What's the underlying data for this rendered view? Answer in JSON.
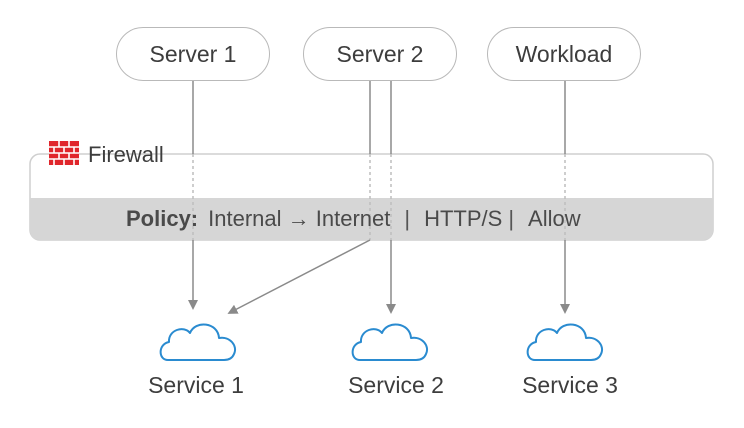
{
  "sources": {
    "server_1": "Server 1",
    "server_2": "Server 2",
    "workload": "Workload"
  },
  "firewall": {
    "label": "Firewall",
    "icon": "brick-wall-icon",
    "icon_color": "#e0262c"
  },
  "policy": {
    "key": "Policy:",
    "direction": "Internal → Internet",
    "sep1": "|",
    "protocol": "HTTP/S",
    "sep2": "|",
    "action": "Allow"
  },
  "services": {
    "service_1": "Service 1",
    "service_2": "Service 2",
    "service_3": "Service 3"
  },
  "colors": {
    "cloud_stroke": "#2a8bd0",
    "arrow": "#8a8a8a",
    "firewall_band": "#d6d6d6",
    "pill_border": "#b9b9b9"
  }
}
